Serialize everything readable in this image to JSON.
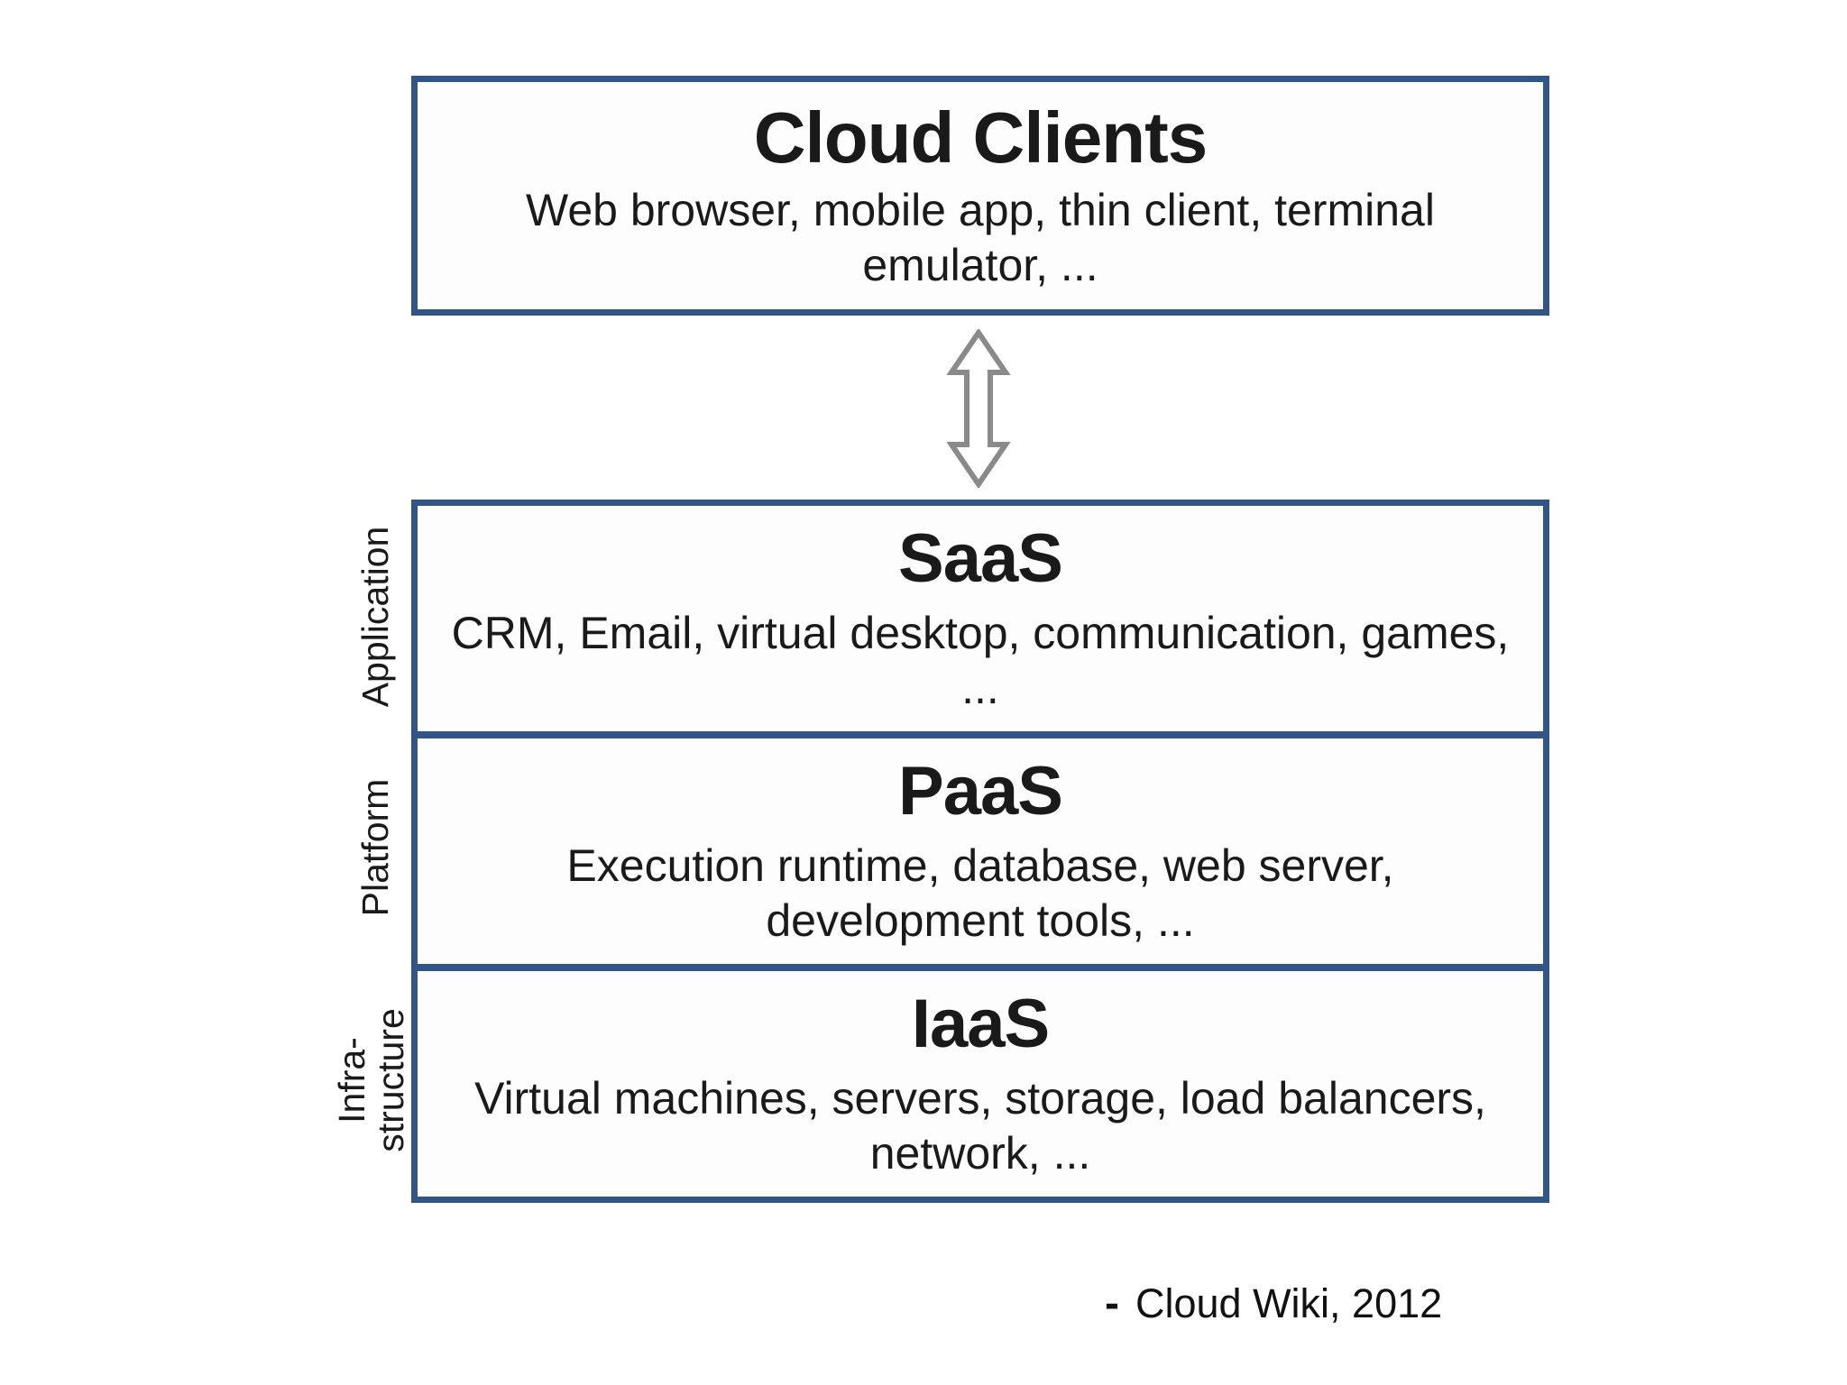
{
  "diagram": {
    "top_box": {
      "title": "Cloud Clients",
      "description": "Web browser, mobile app, thin client, terminal emulator, ..."
    },
    "arrow": {
      "meaning": "bidirectional connection between cloud clients and cloud services"
    },
    "layers": [
      {
        "side_label": "Application",
        "title": "SaaS",
        "description": "CRM, Email, virtual desktop, communication, games, ..."
      },
      {
        "side_label": "Platform",
        "title": "PaaS",
        "description": "Execution runtime, database, web server, development tools, ..."
      },
      {
        "side_label": "Infra-\nstructure",
        "title": "IaaS",
        "description": "Virtual machines, servers, storage, load balancers, network, ..."
      }
    ],
    "citation": {
      "dash": "-",
      "text": "Cloud Wiki, 2012"
    },
    "colors": {
      "border": "#315586",
      "text": "#1a1a1a",
      "arrow_outline": "#8a8a8a",
      "background": "#ffffff"
    }
  }
}
